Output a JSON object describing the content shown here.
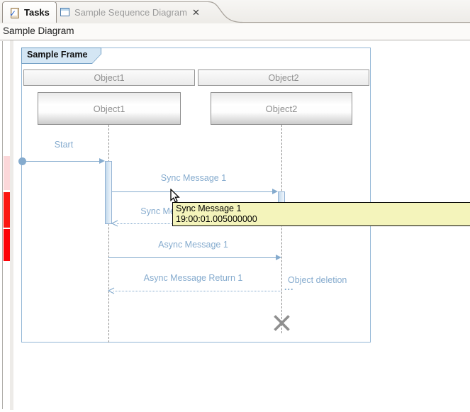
{
  "tabs": {
    "tasks": {
      "label": "Tasks"
    },
    "sequence": {
      "label": "Sample Sequence Diagram"
    }
  },
  "view": {
    "title": "Sample Diagram"
  },
  "diagram": {
    "frame_label": "Sample Frame",
    "headers": {
      "object1": "Object1",
      "object2": "Object2"
    },
    "lifelines": {
      "object1": "Object1",
      "object2": "Object2"
    },
    "messages": {
      "start": "Start",
      "sync1": "Sync Message 1",
      "sync_return1": "Sync Message Return 1",
      "async1": "Async Message 1",
      "async_return1": "Async Message Return 1"
    },
    "object_deletion": "Object deletion",
    "ellipsis": "..."
  },
  "tooltip": {
    "title": "Sync Message 1",
    "time": "19:00:01.005000000"
  },
  "colors": {
    "message_blue": "#85abce",
    "frame_border": "#93b7d6",
    "tooltip_bg": "#f4f4bb",
    "compression_pink": "#fbd7d9",
    "compression_red": "#fc1712"
  }
}
